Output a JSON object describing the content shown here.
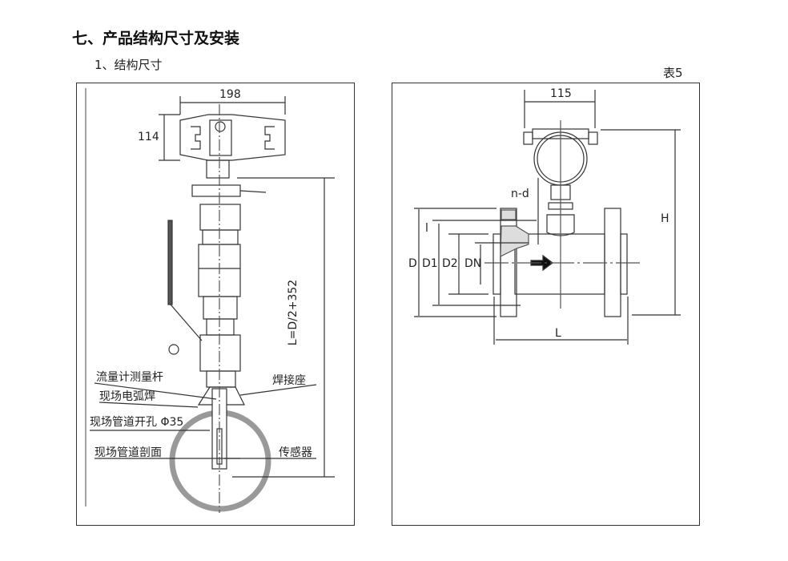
{
  "heading": "七、产品结构尺寸及安装",
  "subheading": "1、结构尺寸",
  "table_ref": "表5",
  "left_drawing": {
    "dim_width": "198",
    "dim_height": "114",
    "dim_length": "L=D/2+352",
    "labels": {
      "rod": "流量计测量杆",
      "arc_weld": "现场电弧焊",
      "hole": "现场管道开孔 Φ35",
      "pipe_section": "现场管道剖面",
      "weld_seat": "焊接座",
      "sensor": "传感器"
    }
  },
  "right_drawing": {
    "dim_width": "115",
    "dim_H": "H",
    "dim_L": "L",
    "n_d": "n-d",
    "l_mark": "l",
    "D": "D",
    "D1": "D1",
    "D2": "D2",
    "DN": "DN"
  }
}
